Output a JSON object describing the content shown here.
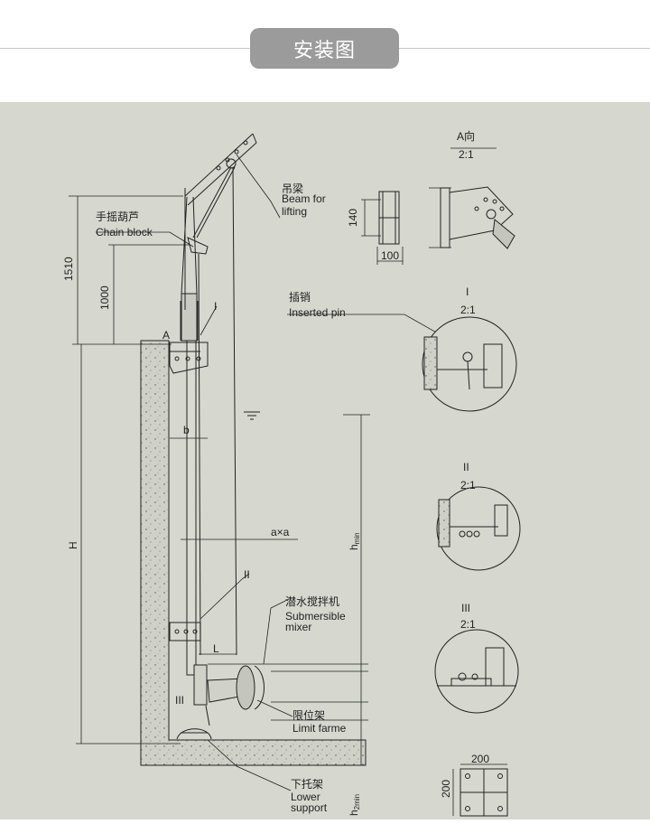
{
  "header": {
    "title": "安装图"
  },
  "callouts": {
    "beam": {
      "cn": "吊梁",
      "en1": "Beam for",
      "en2": "lifting"
    },
    "chain": {
      "cn": "手摇葫芦",
      "en": "Chain block"
    },
    "pin": {
      "cn": "插销",
      "en": "Inserted pin"
    },
    "mixer": {
      "cn": "潜水搅拌机",
      "en1": "Submersible",
      "en2": "mixer"
    },
    "limit": {
      "cn": "限位架",
      "en": "Limit farme"
    },
    "lower": {
      "cn": "下托架",
      "en1": "Lower",
      "en2": "support"
    }
  },
  "dimensions": {
    "d1510": "1510",
    "d1000": "1000",
    "H": "H",
    "b": "b",
    "axa": "a×a",
    "L": "L",
    "hmin": "h",
    "hmin_sub": "min",
    "h2min": "h",
    "h2min_sub": "2min",
    "d140": "140",
    "d100": "100",
    "d200_top": "200",
    "d200_side": "200"
  },
  "markers": {
    "A": "A",
    "I": "I",
    "II": "II",
    "III": "III"
  },
  "details": {
    "A": {
      "title": "A向",
      "scale": "2:1"
    },
    "I": {
      "title": "I",
      "scale": "2:1"
    },
    "II": {
      "title": "II",
      "scale": "2:1"
    },
    "III": {
      "title": "III",
      "scale": "2:1"
    }
  }
}
